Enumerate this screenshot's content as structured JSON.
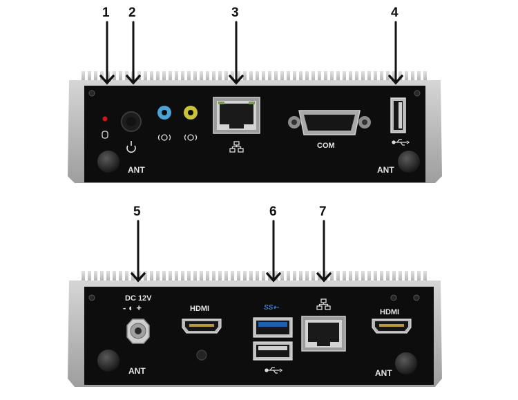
{
  "callouts": [
    "1",
    "2",
    "3",
    "4",
    "5",
    "6",
    "7"
  ],
  "front_panel": {
    "ant_left": "ANT",
    "ant_right": "ANT",
    "com_label": "COM",
    "colors": {
      "body": "#0d0d0d",
      "chassis": "#bdbdbd",
      "audio_blue": "#4aa3d8",
      "audio_green": "#c8c23a",
      "led": "#d01818"
    }
  },
  "rear_panel": {
    "dc_label": "DC 12V",
    "polarity": "- ◐ +",
    "hdmi_left": "HDMI",
    "hdmi_right": "HDMI",
    "usb3_label": "SS⇠",
    "ant_left": "ANT",
    "ant_right": "ANT",
    "colors": {
      "usb3": "#1f5fb0",
      "port_metal": "#c9c9c9"
    }
  }
}
